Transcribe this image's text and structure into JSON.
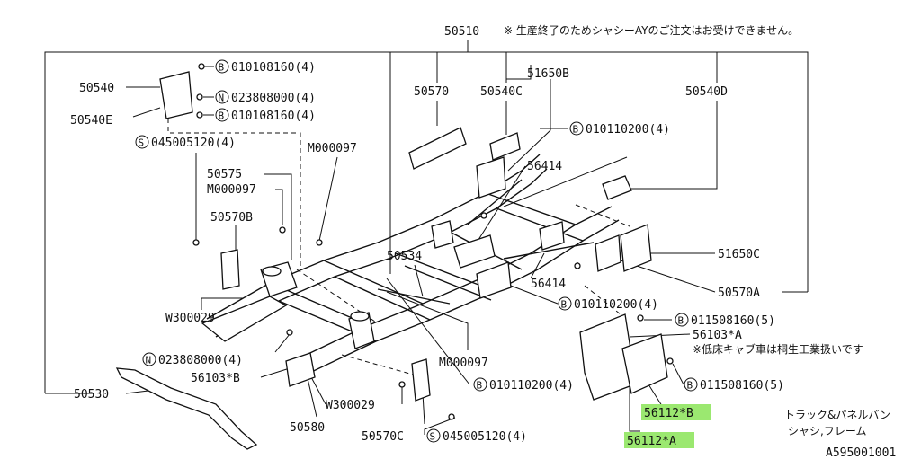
{
  "parts": {
    "p50510": "50510",
    "p50540": "50540",
    "p50540E": "50540E",
    "p50570": "50570",
    "p50540C": "50540C",
    "p51650B": "51650B",
    "p50540D": "50540D",
    "p56414a": "56414",
    "p50575": "50575",
    "pM000097a": "M000097",
    "pM000097b": "M000097",
    "pM000097c": "M000097",
    "p50570B": "50570B",
    "p50534": "50534",
    "p51650C": "51650C",
    "p50570A": "50570A",
    "p56414b": "56414",
    "pW300029a": "W300029",
    "pW300029b": "W300029",
    "p56103A": "56103*A",
    "p56103B": "56103*B",
    "p50530": "50530",
    "p50580": "50580",
    "p50570C": "50570C",
    "p56112B": "56112*B",
    "p56112A": "56112*A"
  },
  "fasteners": {
    "b1": {
      "letter": "B",
      "code": "010108160(4)"
    },
    "n1": {
      "letter": "N",
      "code": "023808000(4)"
    },
    "b2": {
      "letter": "B",
      "code": "010108160(4)"
    },
    "s1": {
      "letter": "S",
      "code": "045005120(4)"
    },
    "b3": {
      "letter": "B",
      "code": "010110200(4)"
    },
    "b4": {
      "letter": "B",
      "code": "010110200(4)"
    },
    "b5": {
      "letter": "B",
      "code": "011508160(5)"
    },
    "n2": {
      "letter": "N",
      "code": "023808000(4)"
    },
    "b6": {
      "letter": "B",
      "code": "010110200(4)"
    },
    "b7": {
      "letter": "B",
      "code": "011508160(5)"
    },
    "s2": {
      "letter": "S",
      "code": "045005120(4)"
    }
  },
  "notes": {
    "discontinued": "※ 生産終了のためシャシーAYのご注文はお受けできません。",
    "lowfloor": "※低床キャブ車は桐生工業扱いです",
    "title1": "トラック&パネルバン",
    "title2": "シャシ,フレーム",
    "diagram_id": "A595001001"
  },
  "colors": {
    "highlight": "#9be870",
    "line": "#111111"
  }
}
